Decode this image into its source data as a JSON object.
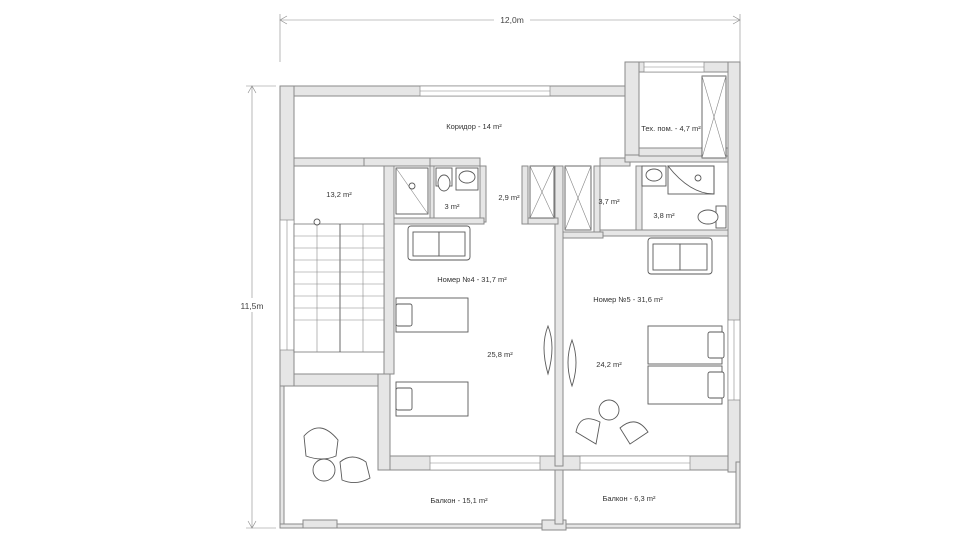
{
  "dimensions": {
    "width_label": "12,0m",
    "height_label": "11,5m"
  },
  "rooms": {
    "corridor": "Коридор - 14 m²",
    "tech_room": "Тех. пом. - 4,7 m²",
    "stair_hall": "13,2 m²",
    "bath_left": "3 m²",
    "hall_small_left": "2,9 m²",
    "hall_small_right": "3,7 m²",
    "bath_right": "3,8 m²",
    "room4_title": "Номер №4 - 31,7 m²",
    "room4_area": "25,8 m²",
    "room5_title": "Номер №5 - 31,6 m²",
    "room5_area": "24,2 m²",
    "balcony_left": "Балкон - 15,1 m²",
    "balcony_right": "Балкон - 6,3 m²"
  },
  "colors": {
    "wall_fill": "#e6e6e6",
    "line": "#5a5a5a",
    "background": "#ffffff"
  }
}
